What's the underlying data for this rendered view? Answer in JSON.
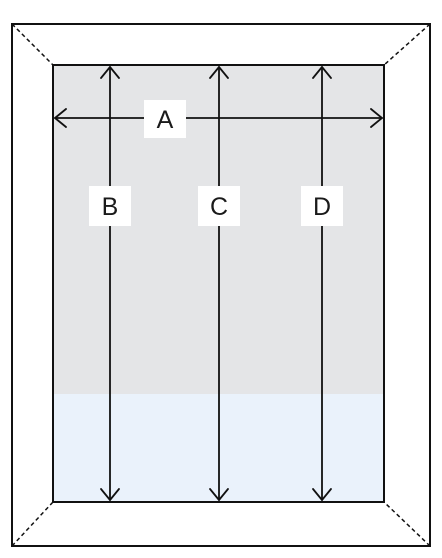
{
  "diagram": {
    "colors": {
      "outline": "#111111",
      "glass_top": "#e4e5e7",
      "glass_bottom": "#eaf2fb",
      "label_bg": "#ffffff",
      "frame_fill": "#ffffff"
    },
    "labels": {
      "width": "A",
      "height_left": "B",
      "height_center": "C",
      "height_right": "D"
    },
    "arrowhead": "chevron",
    "frame_corners": "dashed-miter"
  }
}
